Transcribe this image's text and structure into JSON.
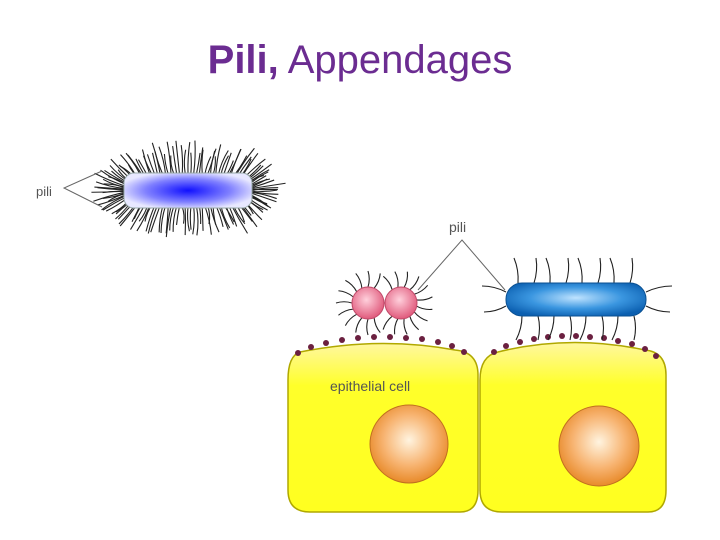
{
  "title": {
    "bold": "Pili,",
    "regular": "Appendages"
  },
  "labels": {
    "pili_left": "pili",
    "pili_top": "pili",
    "epithelial_cell": "epithelial cell"
  },
  "colors": {
    "title": "#6b2c91",
    "cell_fill": "#ffff33",
    "cell_stroke": "#a0a000",
    "nucleus": "#f4a460",
    "rod_left": "#3333ff",
    "rod_right": "#1e7fd8",
    "coccus": "#e8708c",
    "dots": "#6b2040"
  }
}
